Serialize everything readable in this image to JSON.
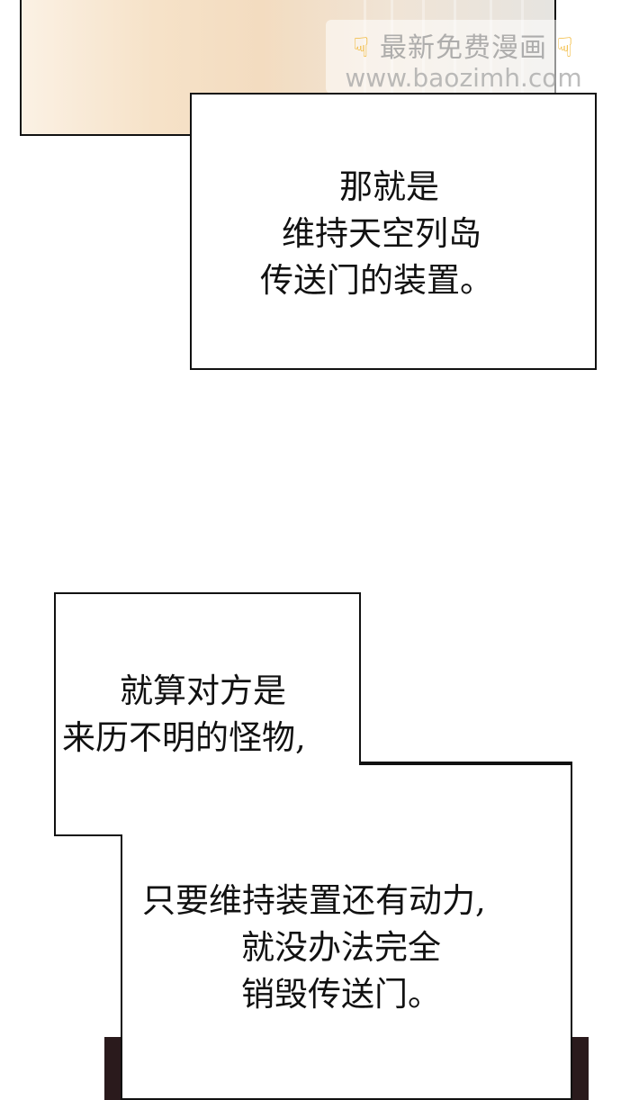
{
  "watermark": {
    "line1": "最新免费漫画",
    "line2": "www.baozimh.com",
    "icon": "pointing-hand-icon"
  },
  "bubble1": {
    "lines": [
      "那就是",
      "维持天空列岛",
      "传送门的装置。"
    ]
  },
  "bubble2": {
    "lines": [
      "就算对方是",
      "来历不明的怪物,"
    ]
  },
  "bubble3": {
    "lines": [
      "只要维持装置还有动力,",
      "就没办法完全",
      "销毁传送门。"
    ]
  }
}
